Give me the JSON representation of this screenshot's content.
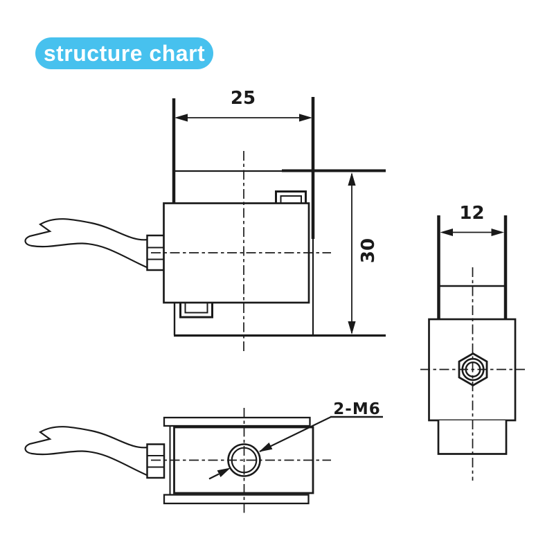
{
  "badge": {
    "label": "structure chart",
    "bg_color": "#47C1EE",
    "text_color": "#FFFFFF"
  },
  "drawing": {
    "line_color": "#1A1A1A",
    "front_view": {
      "width_dim": "25",
      "height_dim": "30"
    },
    "side_view": {
      "width_dim": "12"
    },
    "bottom_view": {
      "thread_label": "2-M6"
    }
  }
}
